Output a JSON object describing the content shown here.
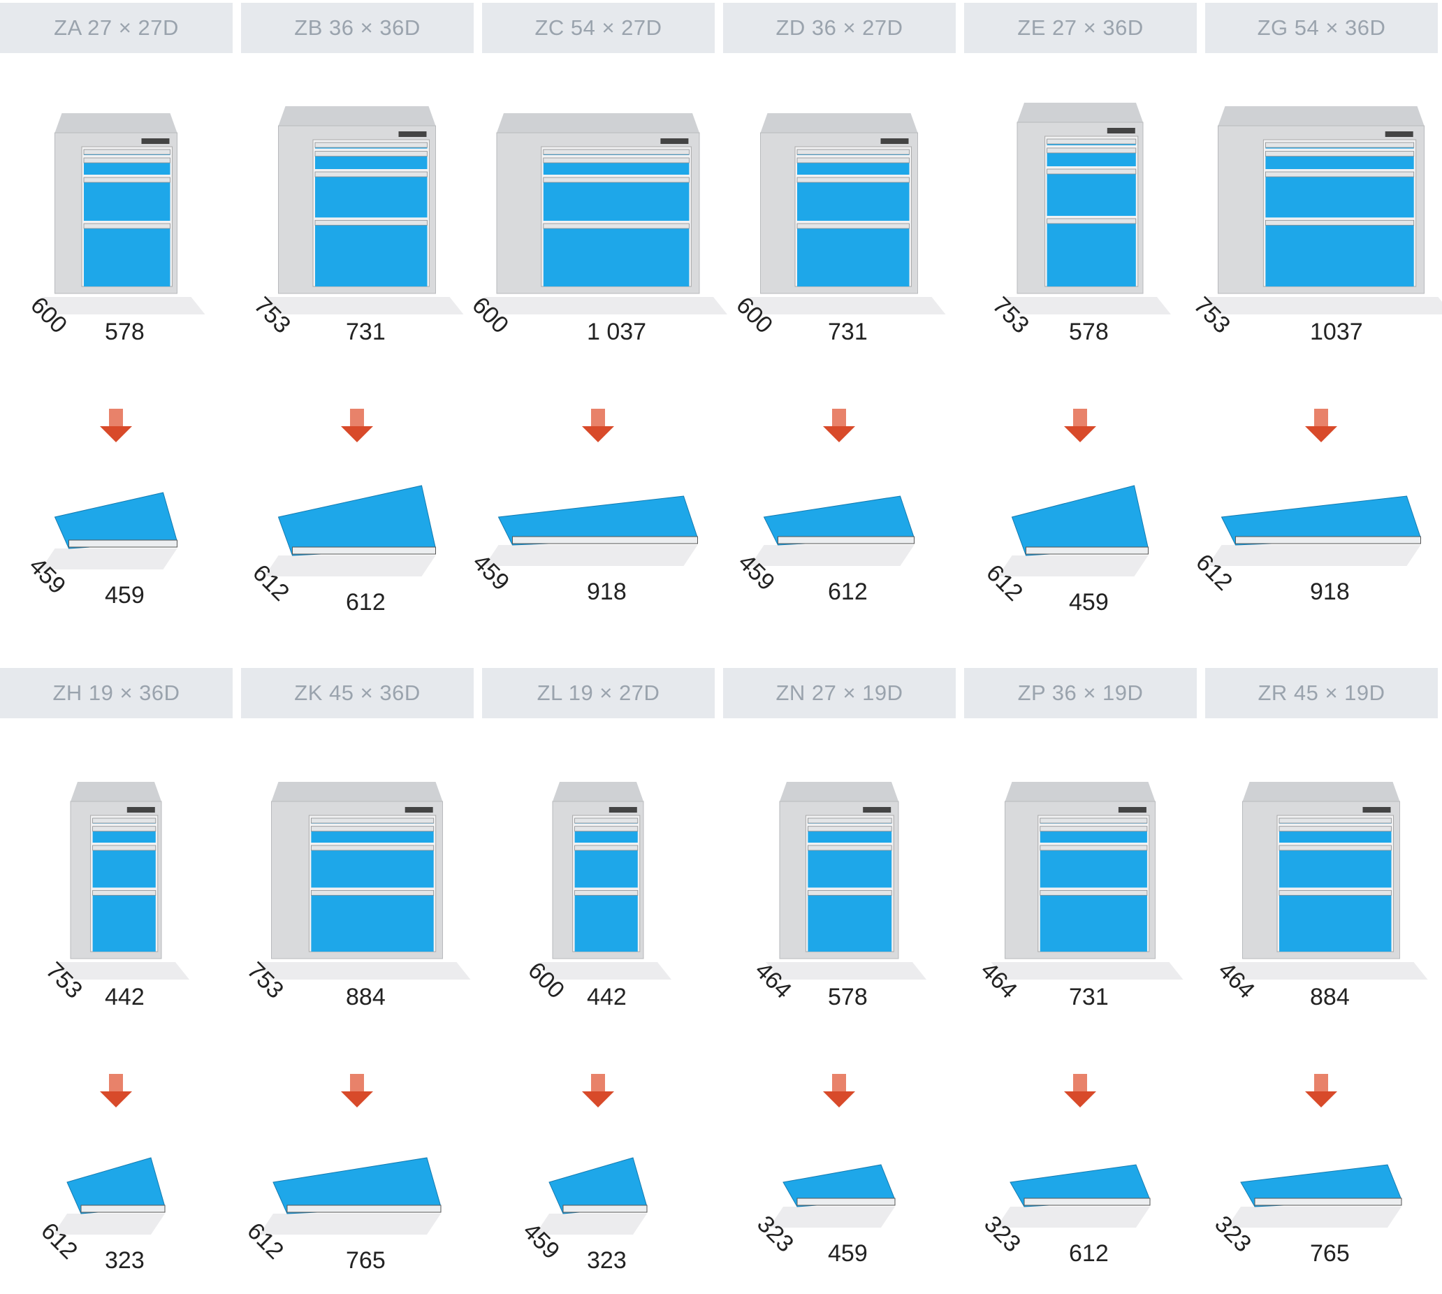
{
  "palette": {
    "header_bg": "#e6e9ed",
    "header_text": "#9aa3ad",
    "body_grey": "#d9dadc",
    "drawer_blue": "#1ea7e9",
    "arrow_red": "#d84a2a"
  },
  "rows": [
    [
      {
        "code": "ZA 27 × 27D",
        "cab_depth": "600",
        "cab_width": "578",
        "drawer_depth": "459",
        "drawer_width": "459"
      },
      {
        "code": "ZB 36 × 36D",
        "cab_depth": "753",
        "cab_width": "731",
        "drawer_depth": "612",
        "drawer_width": "612"
      },
      {
        "code": "ZC 54 × 27D",
        "cab_depth": "600",
        "cab_width": "1 037",
        "drawer_depth": "459",
        "drawer_width": "918"
      },
      {
        "code": "ZD 36 × 27D",
        "cab_depth": "600",
        "cab_width": "731",
        "drawer_depth": "459",
        "drawer_width": "612"
      },
      {
        "code": "ZE 27 × 36D",
        "cab_depth": "753",
        "cab_width": "578",
        "drawer_depth": "612",
        "drawer_width": "459"
      },
      {
        "code": "ZG 54 × 36D",
        "cab_depth": "753",
        "cab_width": "1037",
        "drawer_depth": "612",
        "drawer_width": "918"
      }
    ],
    [
      {
        "code": "ZH 19 × 36D",
        "cab_depth": "753",
        "cab_width": "442",
        "drawer_depth": "612",
        "drawer_width": "323"
      },
      {
        "code": "ZK 45 × 36D",
        "cab_depth": "753",
        "cab_width": "884",
        "drawer_depth": "612",
        "drawer_width": "765"
      },
      {
        "code": "ZL 19 × 27D",
        "cab_depth": "600",
        "cab_width": "442",
        "drawer_depth": "459",
        "drawer_width": "323"
      },
      {
        "code": "ZN 27 × 19D",
        "cab_depth": "464",
        "cab_width": "578",
        "drawer_depth": "323",
        "drawer_width": "459"
      },
      {
        "code": "ZP 36 × 19D",
        "cab_depth": "464",
        "cab_width": "731",
        "drawer_depth": "323",
        "drawer_width": "612"
      },
      {
        "code": "ZR 45 × 19D",
        "cab_depth": "464",
        "cab_width": "884",
        "drawer_depth": "323",
        "drawer_width": "765"
      }
    ]
  ]
}
